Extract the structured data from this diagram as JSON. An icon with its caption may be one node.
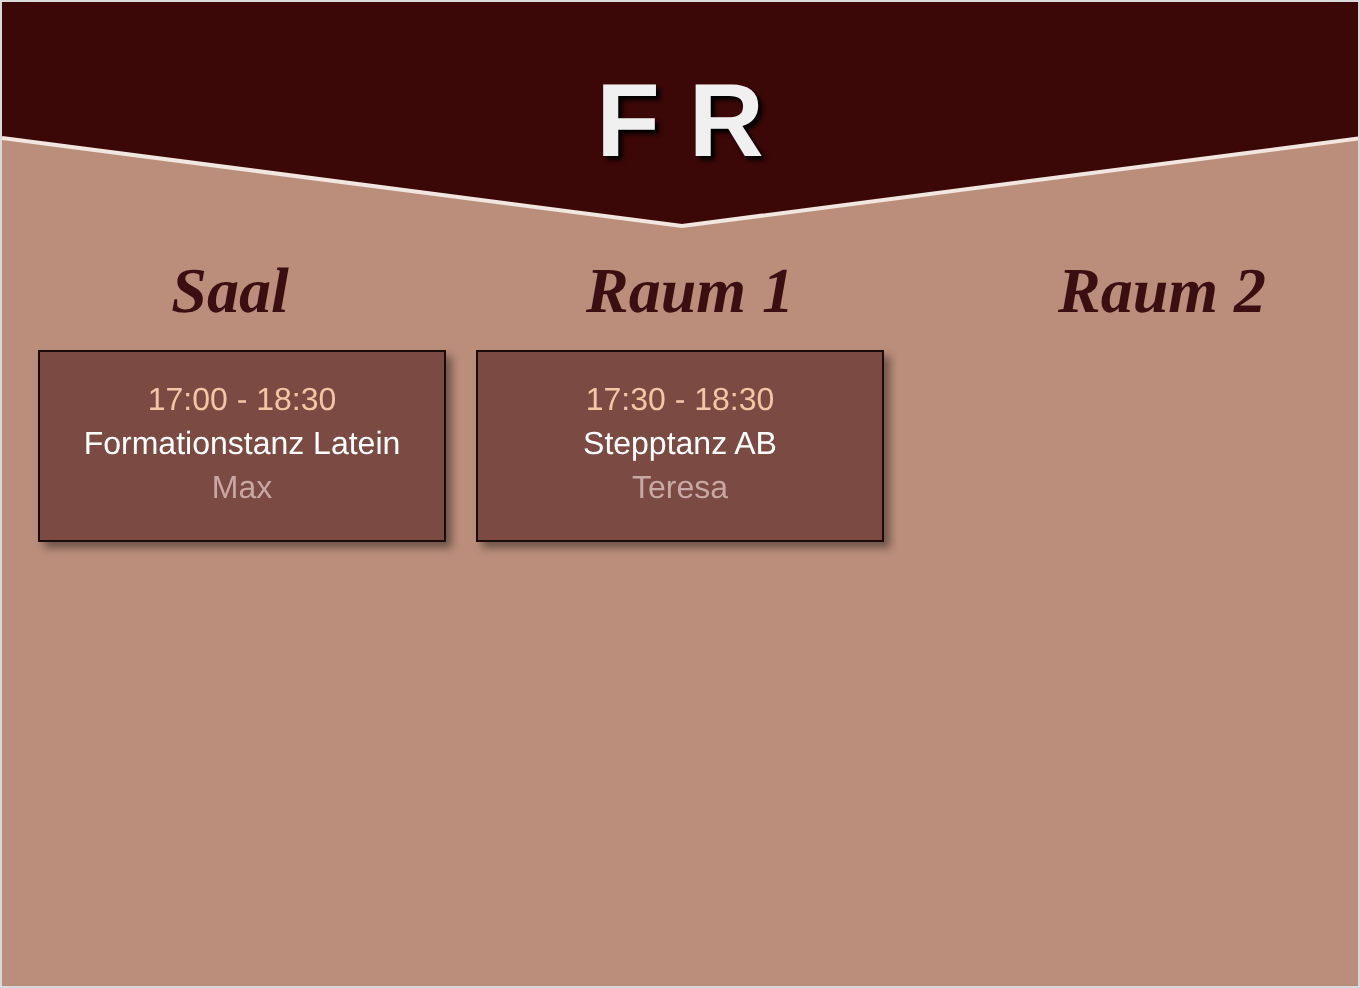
{
  "diagram": {
    "title": "F R",
    "nodes": [
      {
        "text": [
          "17:00 - 18:30",
          "Formationstanz Latein",
          "Max"
        ]
      },
      {
        "text": [
          "17:30 - 18:30",
          "Stepptanz AB",
          "Teresa"
        ]
      }
    ],
    "labels": [
      "Saal",
      "Raum 1",
      "Raum 2"
    ]
  }
}
